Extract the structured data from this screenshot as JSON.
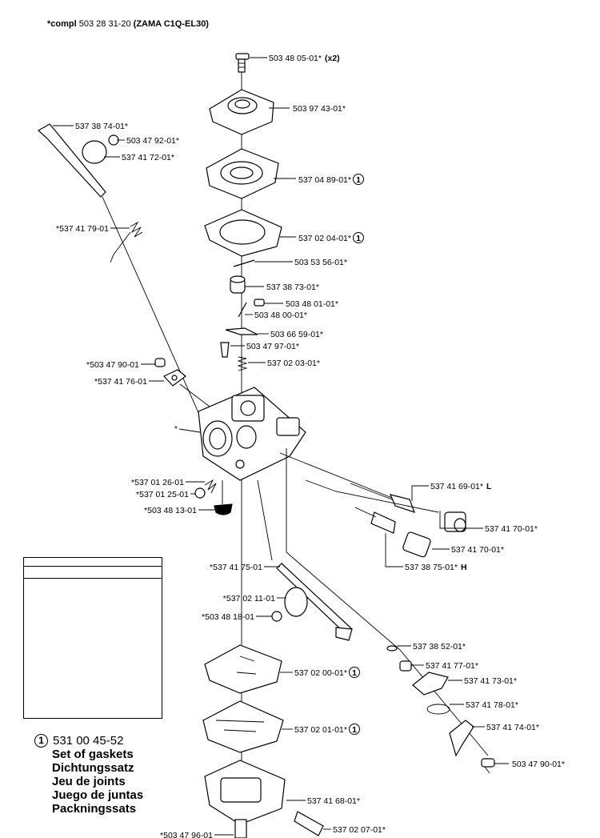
{
  "title": {
    "prefix": "*compl",
    "number": "503 28 31-20",
    "model": "(ZAMA C1Q-EL30)"
  },
  "labels": [
    {
      "key": "screw-top",
      "text": "503 48 05-01*",
      "bold_suffix": "(x2)"
    },
    {
      "key": "cover",
      "text": "503 97 43-01*"
    },
    {
      "key": "choke-lever",
      "text": "537 38 74-01*"
    },
    {
      "key": "choke-screw",
      "text": "503 47 92-01*"
    },
    {
      "key": "choke-plate",
      "text": "537 41 72-01*"
    },
    {
      "key": "diaphragm-pump",
      "text": "537 04 89-01*",
      "circled": "1"
    },
    {
      "key": "choke-spring",
      "text": "*537 41 79-01"
    },
    {
      "key": "gasket-pump",
      "text": "537 02 04-01*",
      "circled": "1"
    },
    {
      "key": "pin",
      "text": "503 53 56-01*"
    },
    {
      "key": "plug",
      "text": "537 38 73-01*"
    },
    {
      "key": "screw-lever",
      "text": "503 48 01-01*"
    },
    {
      "key": "lever-pin",
      "text": "503 48 00-01*"
    },
    {
      "key": "inlet-lever",
      "text": "503 66 59-01*"
    },
    {
      "key": "needle",
      "text": "503 47 97-01*"
    },
    {
      "key": "spring",
      "text": "537 02 03-01*"
    },
    {
      "key": "throttle-screw",
      "text": "*503 47 90-01"
    },
    {
      "key": "throttle-plate",
      "text": "*537 41 76-01"
    },
    {
      "key": "body",
      "text": "*"
    },
    {
      "key": "low-needle",
      "text": "537 41 69-01*",
      "bold_suffix": "L"
    },
    {
      "key": "limiter-cap-1",
      "text": "537 41 70-01*"
    },
    {
      "key": "limiter-cap-2",
      "text": "537 41 70-01*"
    },
    {
      "key": "high-needle",
      "text": "537 38 75-01*",
      "bold_suffix": "H"
    },
    {
      "key": "idle-spring",
      "text": "*537 01 26-01"
    },
    {
      "key": "ball",
      "text": "*537 01 25-01"
    },
    {
      "key": "plug-rubber",
      "text": "*503 48 13-01"
    },
    {
      "key": "throttle-shaft",
      "text": "*537 41 75-01"
    },
    {
      "key": "throttle-valve",
      "text": "*537 02 11-01"
    },
    {
      "key": "valve-screw",
      "text": "*503 48 18-01"
    },
    {
      "key": "washer",
      "text": "537 38 52-01*"
    },
    {
      "key": "bushing",
      "text": "537 41 77-01*"
    },
    {
      "key": "lever",
      "text": "537 41 73-01*"
    },
    {
      "key": "oring",
      "text": "537 41 78-01*"
    },
    {
      "key": "throttle-lever",
      "text": "537 41 74-01*"
    },
    {
      "key": "lever-screw",
      "text": "503 47 90-01*"
    },
    {
      "key": "gasket-metering",
      "text": "537 02 00-01*",
      "circled": "1"
    },
    {
      "key": "diaphragm-metering",
      "text": "537 02 01-01*",
      "circled": "1"
    },
    {
      "key": "metering-cover",
      "text": "537 41 68-01*"
    },
    {
      "key": "cover-screw",
      "text": "537 02 07-01*"
    },
    {
      "key": "bottom-screw",
      "text": "*503 47 96-01"
    }
  ],
  "kit": {
    "circled": "1",
    "number": "531 00 45-52",
    "names": [
      "Set of gaskets",
      "Dichtungssatz",
      "Jeu de joints",
      "Juego de juntas",
      "Packningssats"
    ]
  }
}
